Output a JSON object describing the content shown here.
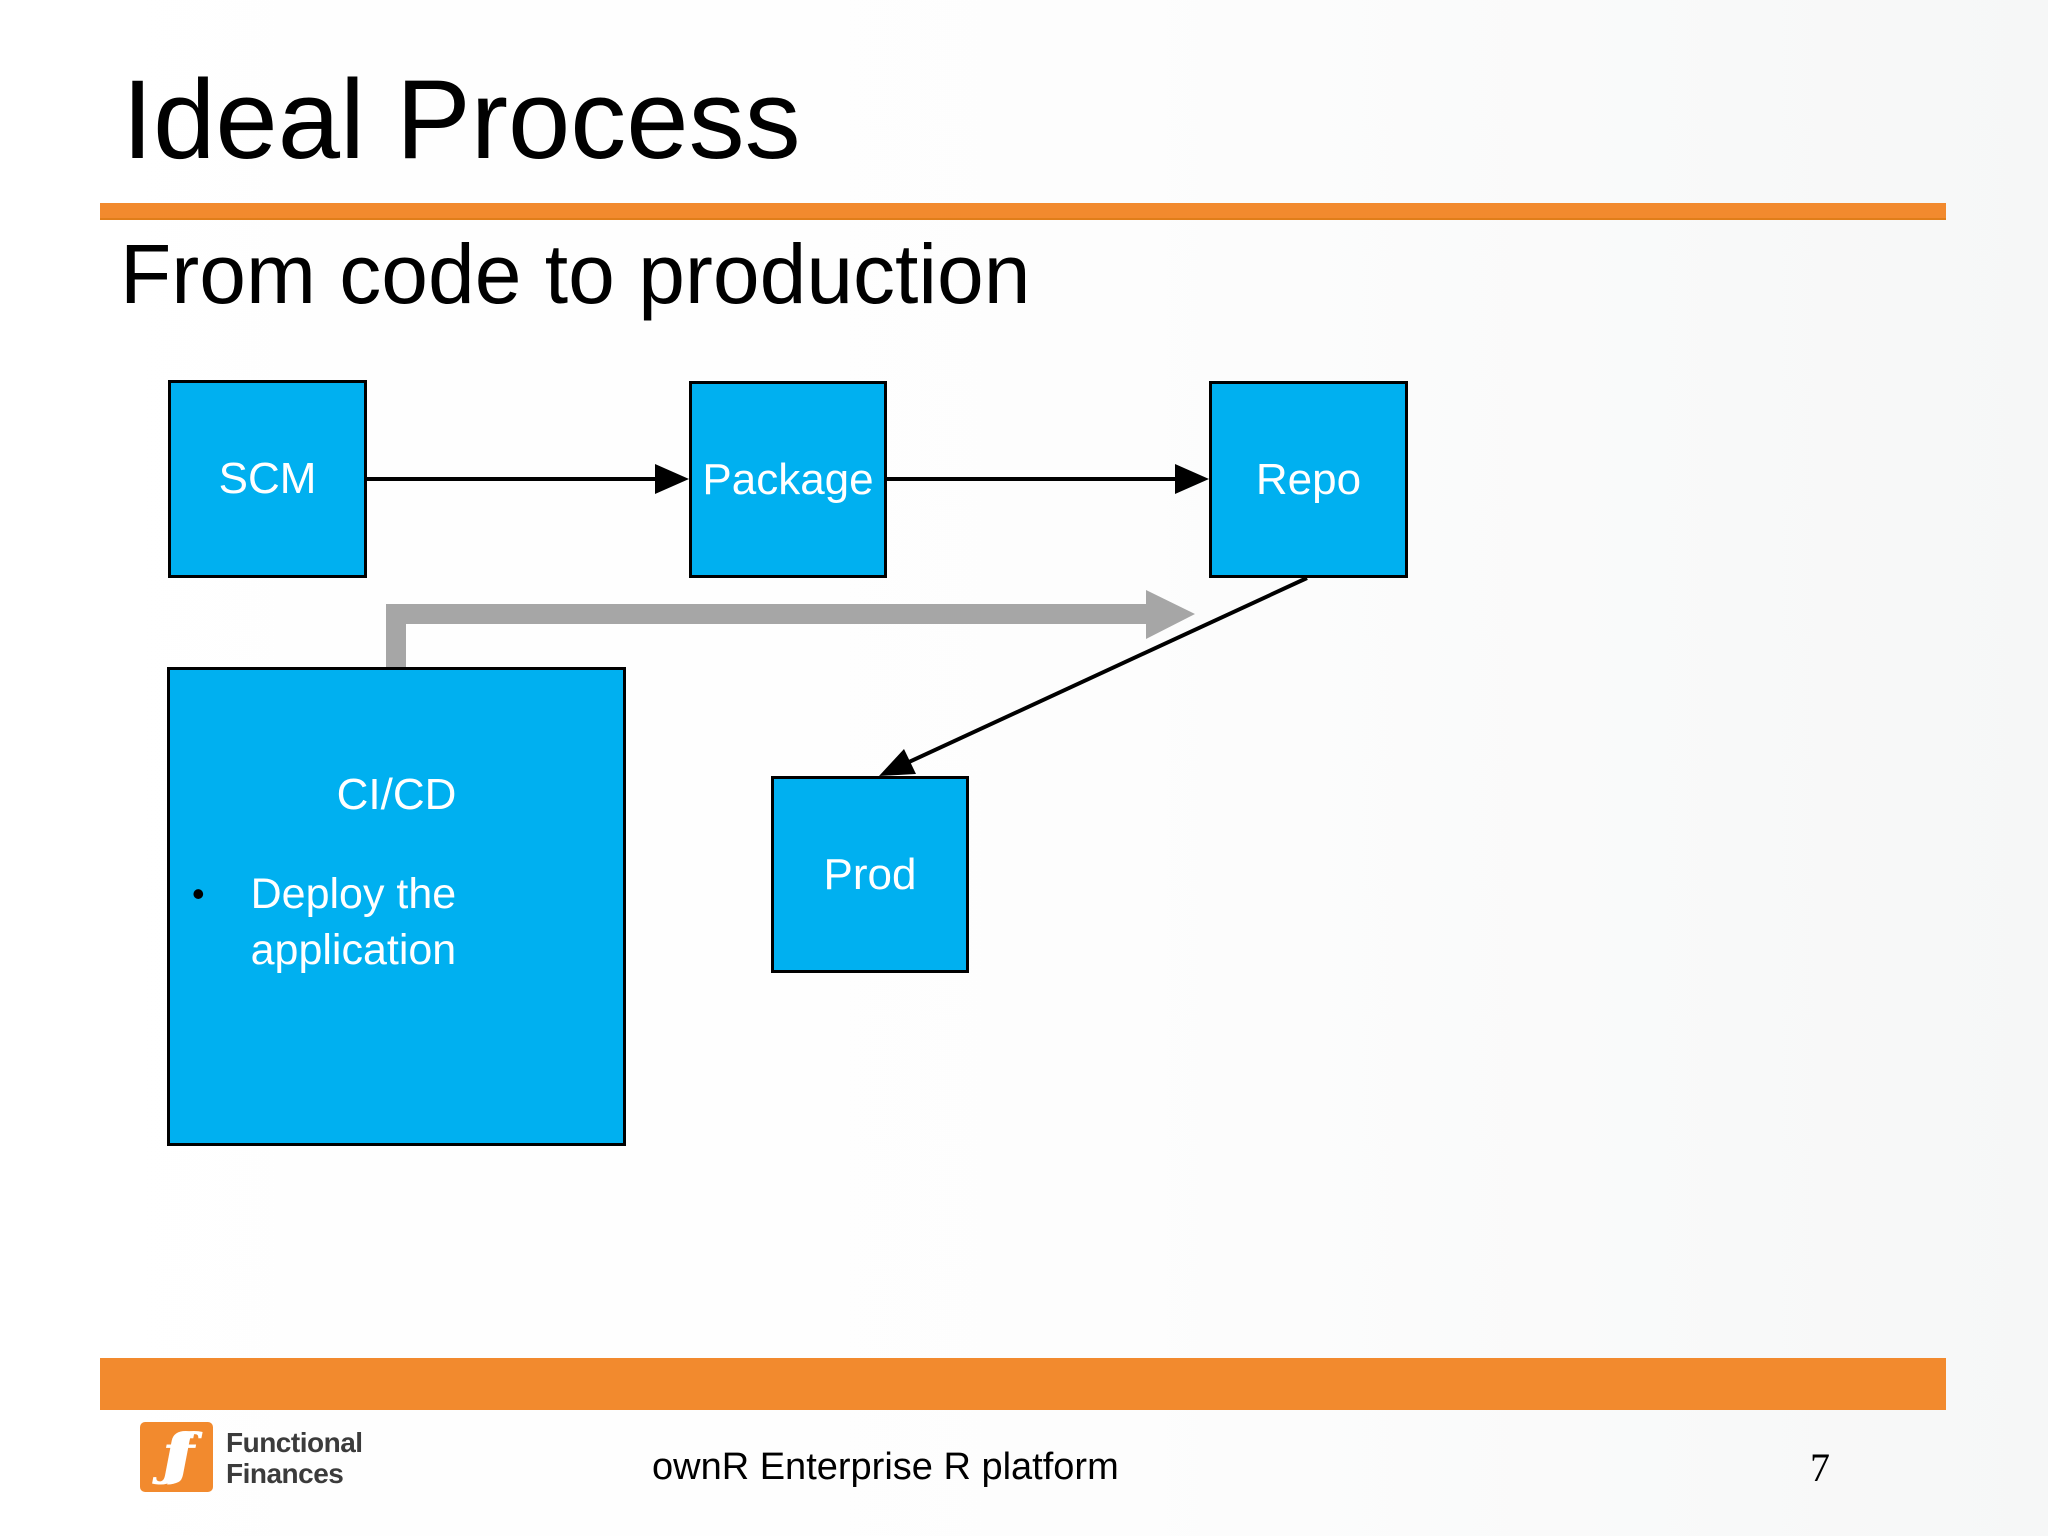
{
  "slide": {
    "title": "Ideal Process",
    "subtitle": "From code to production"
  },
  "diagram": {
    "nodes": {
      "scm": {
        "label": "SCM"
      },
      "package": {
        "label": "Package"
      },
      "repo": {
        "label": "Repo"
      },
      "cicd": {
        "label": "CI/CD",
        "bullet_char": "•",
        "bullet_text": "Deploy the application"
      },
      "prod": {
        "label": "Prod"
      }
    },
    "flow": [
      "SCM -> Package",
      "Package -> Repo",
      "Repo -> Prod",
      "CI/CD -> (deploy, gray arrow right)"
    ],
    "colors": {
      "node_fill": "#00B0F0",
      "node_border": "#000000",
      "black_arrow": "#000000",
      "gray_arrow": "#A6A6A6"
    }
  },
  "footer": {
    "logo": {
      "glyph": "ƒf",
      "name_line1": "Functional",
      "name_line2": "Finances"
    },
    "center_text": "ownR Enterprise R platform",
    "page_number": "7"
  },
  "theme": {
    "accent_orange": "#F28A2E"
  }
}
